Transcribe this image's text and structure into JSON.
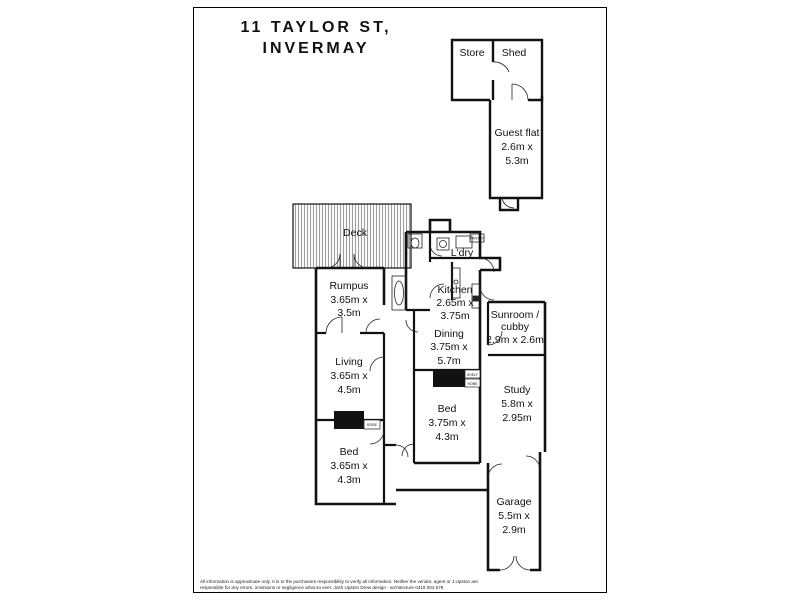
{
  "address": {
    "line1": "11 TAYLOR ST,",
    "line2": "INVERMAY"
  },
  "rooms": {
    "store": {
      "name": "Store"
    },
    "shed": {
      "name": "Shed"
    },
    "guest_flat": {
      "name": "Guest flat",
      "dims_1": "2.6m x",
      "dims_2": "5.3m"
    },
    "deck": {
      "name": "Deck"
    },
    "laundry": {
      "name": "L'dry"
    },
    "rumpus": {
      "name": "Rumpus",
      "dims_1": "3.65m x",
      "dims_2": "3.5m"
    },
    "kitchen": {
      "name": "Kitchen",
      "dims_1": "2.65m x",
      "dims_2": "3.75m"
    },
    "sunroom": {
      "name_1": "Sunroom /",
      "name_2": "cubby",
      "dims": "2.9m x 2.6m"
    },
    "dining": {
      "name": "Dining",
      "dims_1": "3.75m x",
      "dims_2": "5.7m"
    },
    "living": {
      "name": "Living",
      "dims_1": "3.65m x",
      "dims_2": "4.5m"
    },
    "study": {
      "name": "Study",
      "dims_1": "5.8m x",
      "dims_2": "2.95m"
    },
    "bed_centre": {
      "name": "Bed",
      "dims_1": "3.75m x",
      "dims_2": "4.3m"
    },
    "bed_left": {
      "name": "Bed",
      "dims_1": "3.65m x",
      "dims_2": "4.3m"
    },
    "garage": {
      "name": "Garage",
      "dims_1": "5.5m x",
      "dims_2": "2.9m"
    }
  },
  "fixtures": {
    "pantry": "PANTRY",
    "shelf": "SHELF",
    "robe_centre": "ROBE",
    "robe_left": "ROBE"
  },
  "disclaimer": {
    "line1": "All information is approximate only. It is to the purchasers responsibility to verify all information. Neither the vendor, agent or J.Upston are",
    "line2": "responsible for any errors, omissions or negligence what so ever. Josh Upston Drew design - architecture 0419 002 578"
  }
}
